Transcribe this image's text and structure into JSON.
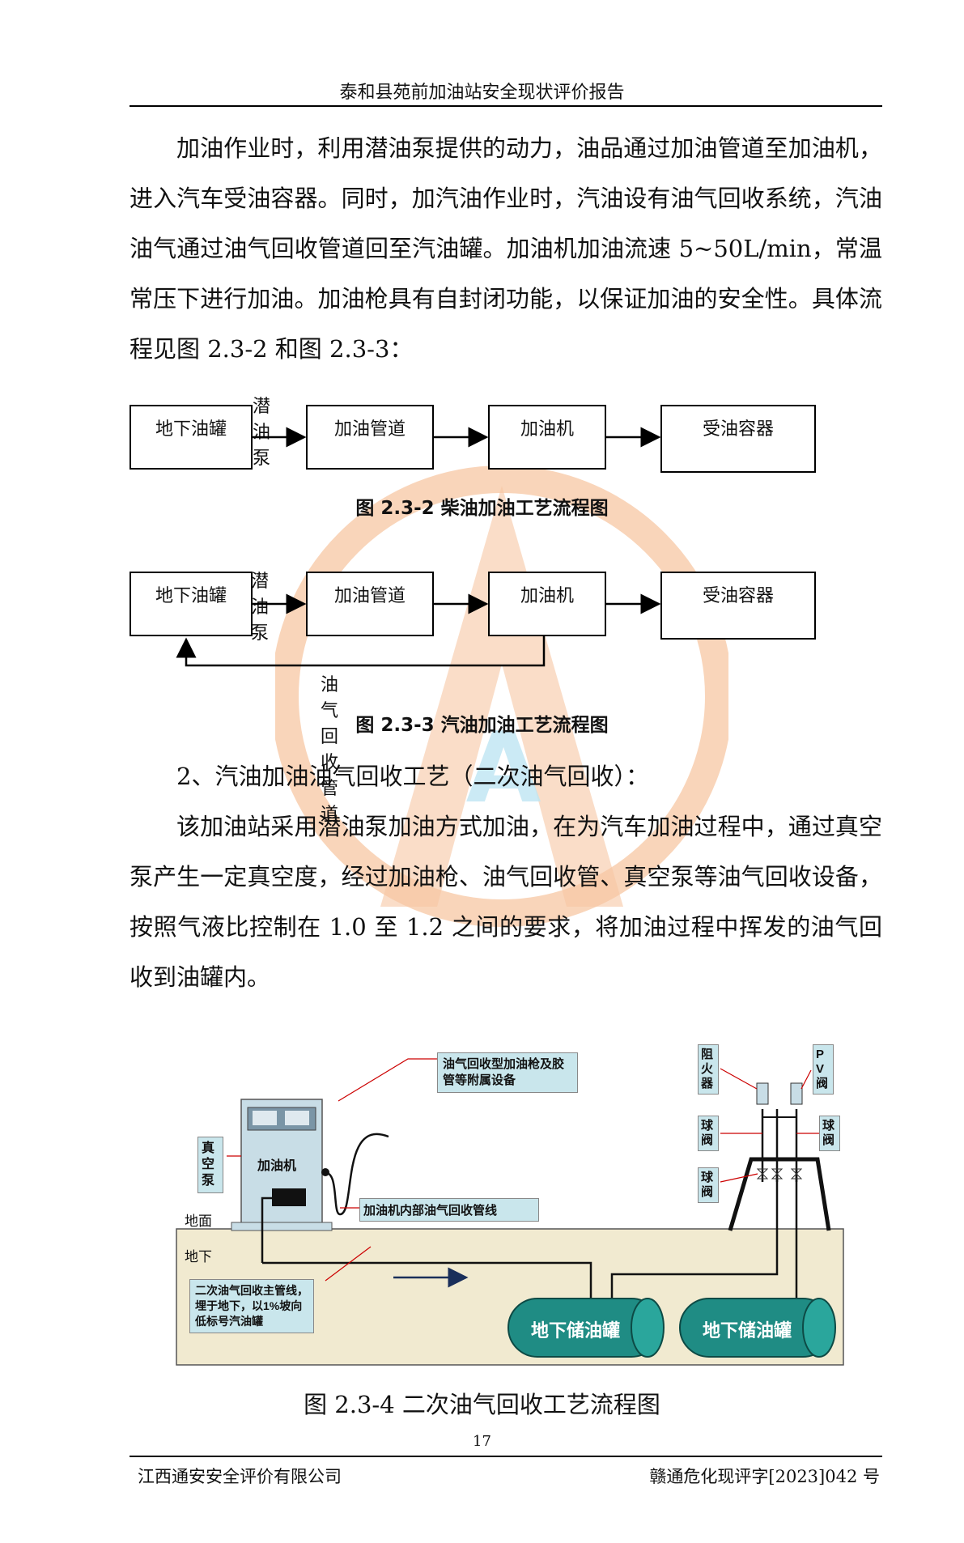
{
  "header": {
    "title": "泰和县苑前加油站安全现状评价报告"
  },
  "paragraphs": {
    "p1": "加油作业时，利用潜油泵提供的动力，油品通过加油管道至加油机，进入汽车受油容器。同时，加汽油作业时，汽油设有油气回收系统，汽油油气通过油气回收管道回至汽油罐。加油机加油流速 5~50L/min，常温常压下进行加油。加油枪具有自封闭功能，以保证加油的安全性。具体流程见图 2.3-2 和图 2.3-3：",
    "p2": "2、汽油加油油气回收工艺（二次油气回收）：",
    "p3": "该加油站采用潜油泵加油方式加油，在为汽车加油过程中，通过真空泵产生一定真空度，经过加油枪、油气回收管、真空泵等油气回收设备，按照气液比控制在 1.0 至 1.2 之间的要求，将加油过程中挥发的油气回收到油罐内。"
  },
  "flow1": {
    "boxes": [
      "地下油罐",
      "加油管道",
      "加油机",
      "受油容器"
    ],
    "pump_label": "潜油泵",
    "caption": "图 2.3-2 柴油加油工艺流程图"
  },
  "flow2": {
    "boxes": [
      "地下油罐",
      "加油管道",
      "加油机",
      "受油容器"
    ],
    "pump_label": "潜油泵",
    "return_label": "油气回收管道",
    "caption": "图 2.3-3 汽油加油工艺流程图"
  },
  "diagram": {
    "nozzle_label": "油气回收型加油枪及胶管等附属设备",
    "dispenser_label": "加油机",
    "vacuum_pump_label": "真空泵",
    "ground_label": "地面",
    "underground_label": "地下",
    "inner_line_label": "加油机内部油气回收管线",
    "main_pipe_label": "二次油气回收主管线，埋于地下，以1%坡向低标号汽油罐",
    "tank1_label": "地下储油罐",
    "tank2_label": "地下储油罐",
    "flame_arrester_label": "阻火器",
    "pv_valve_label": "PV阀",
    "ball_valve_label_1": "球阀",
    "ball_valve_label_2": "球阀",
    "ball_valve_label_3": "球阀",
    "caption": "图 2.3-4 二次油气回收工艺流程图"
  },
  "watermark": {
    "letters": "QTA"
  },
  "footer": {
    "page_number": "17",
    "company": "江西通安安全评价有限公司",
    "doc_number": "赣通危化现评字[2023]042 号"
  },
  "colors": {
    "watermark": "#f5b383",
    "watermark_blue": "#a8dcee",
    "tank": "#1f8c84",
    "ground": "#f1ead0",
    "label_bg": "#c9e6ec"
  }
}
